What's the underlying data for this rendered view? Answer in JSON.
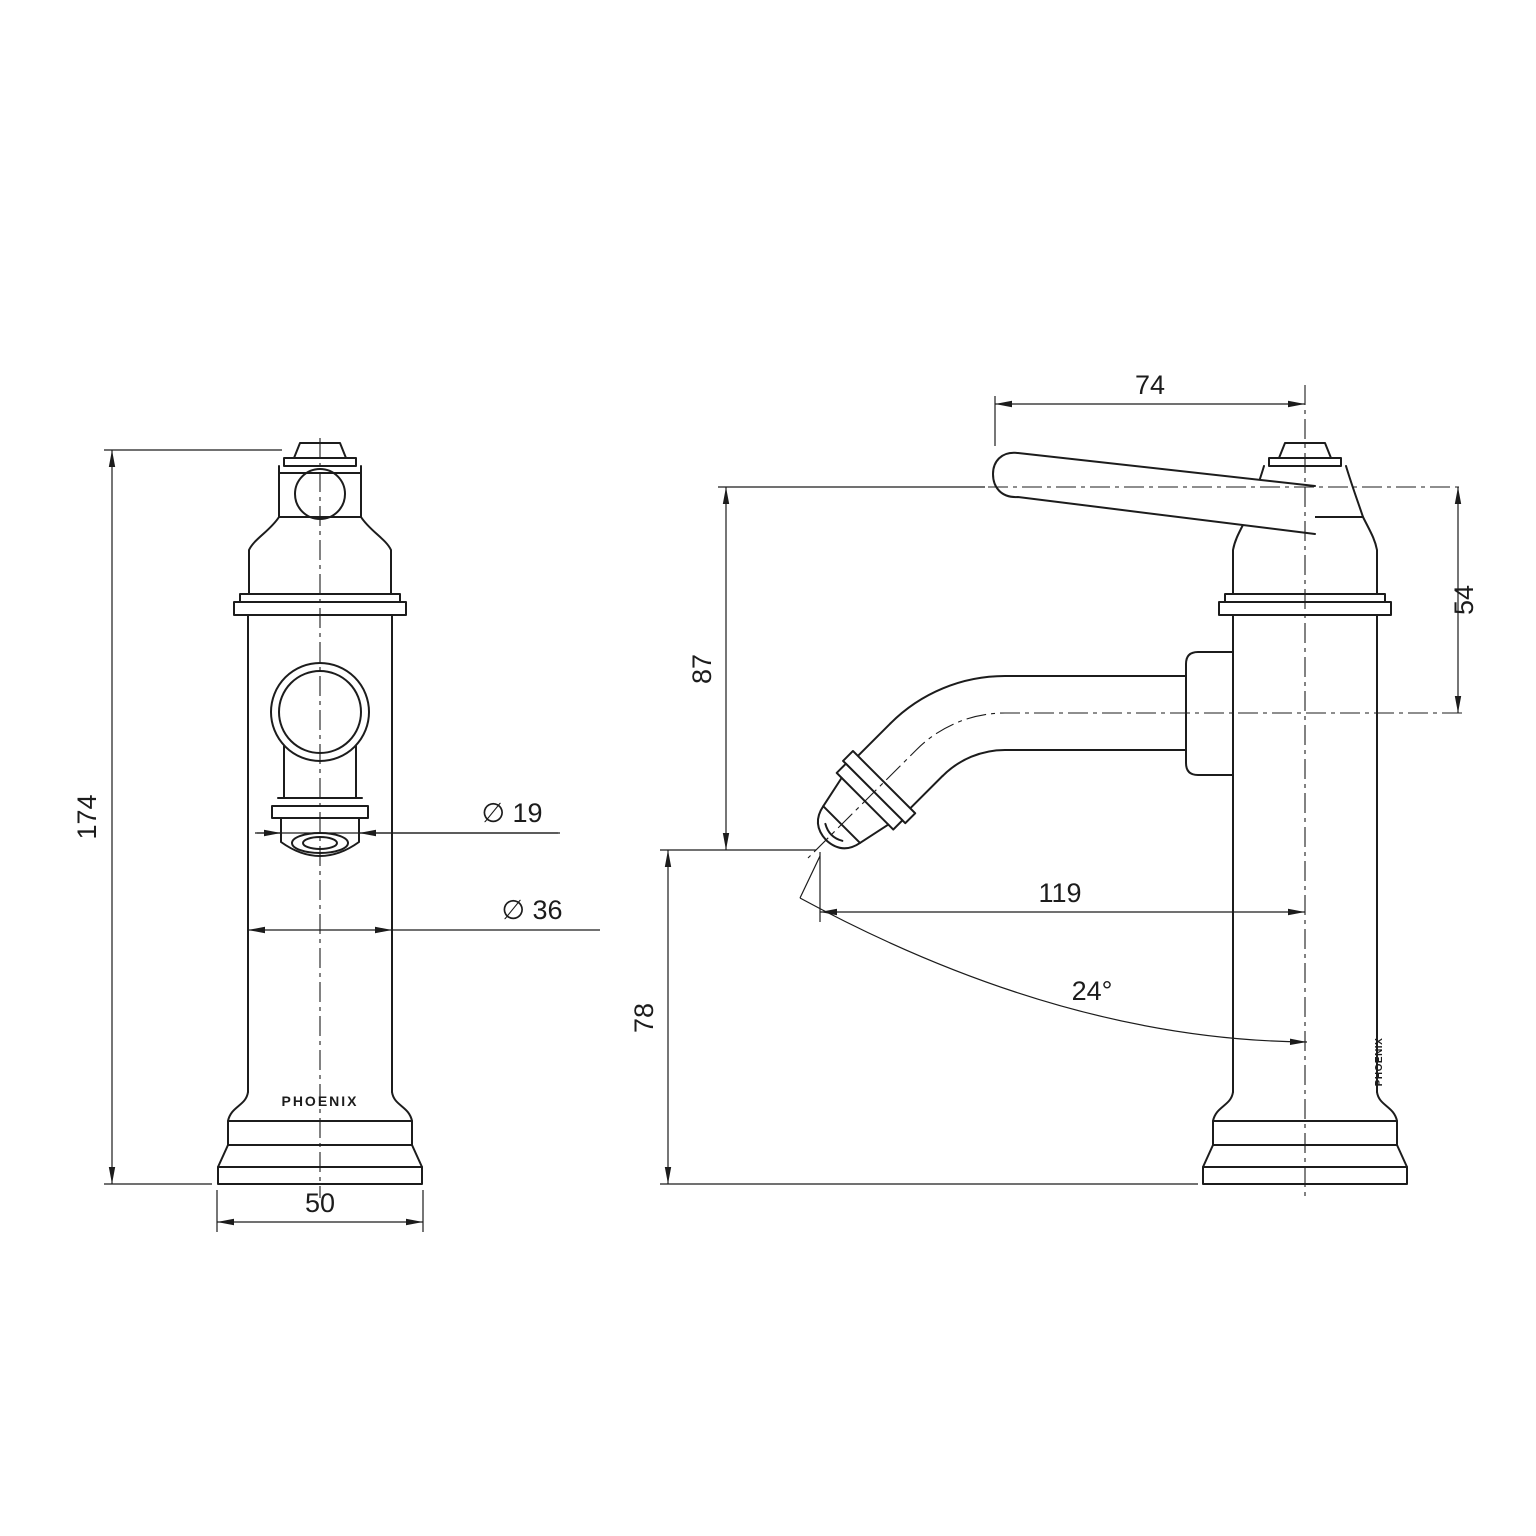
{
  "drawing": {
    "brand": "PHOENIX",
    "front_view": {
      "dimensions": {
        "overall_height": "174",
        "base_width": "50",
        "aerator_diameter": "∅ 19",
        "body_diameter": "∅ 36"
      }
    },
    "side_view": {
      "dimensions": {
        "handle_reach": "74",
        "handle_to_spout": "54",
        "spout_height": "87",
        "spout_reach": "119",
        "outlet_height": "78",
        "spout_swivel_angle": "24°"
      }
    }
  }
}
